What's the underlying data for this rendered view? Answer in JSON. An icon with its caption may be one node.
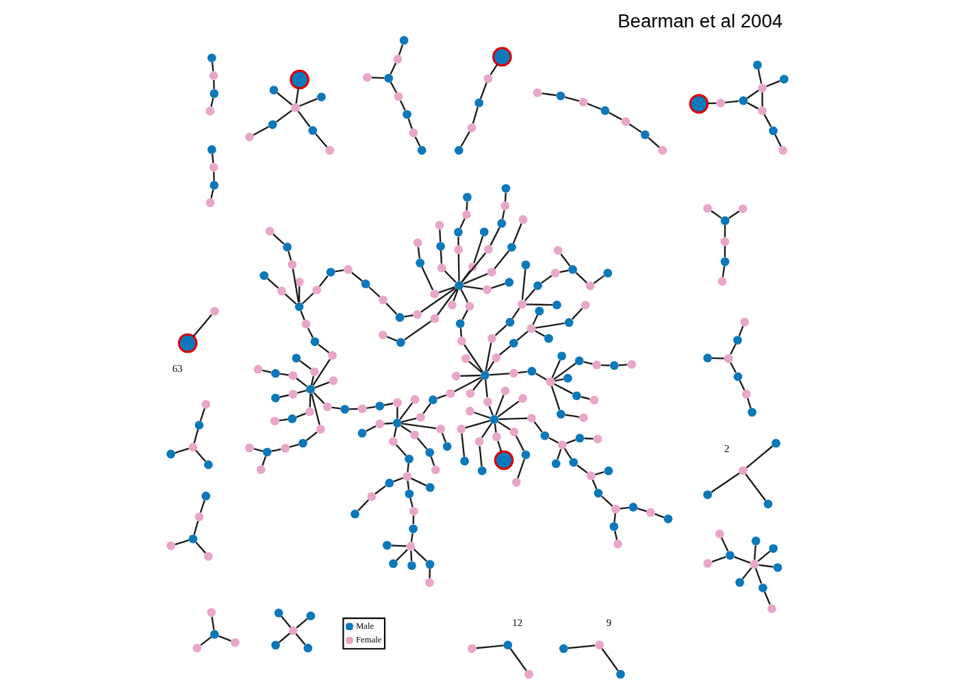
{
  "diagram": {
    "title": "Bearman et al 2004",
    "nodes": [
      {
        "text": [],
        "shape": "circle"
      },
      {
        "text": [],
        "shape": "circle"
      },
      {
        "text": [],
        "shape": "circle"
      },
      {
        "text": [],
        "shape": "circle"
      },
      {
        "text": [],
        "shape": "circle"
      },
      {
        "text": [],
        "shape": "circle"
      },
      {
        "text": [],
        "shape": "circle"
      },
      {
        "text": [],
        "shape": "circle"
      },
      {
        "text": [],
        "shape": "circle"
      },
      {
        "text": [],
        "shape": "circle"
      },
      {
        "text": [],
        "shape": "circle"
      },
      {
        "text": [],
        "shape": "circle"
      },
      {
        "text": [],
        "shape": "circle"
      },
      {
        "text": [],
        "shape": "circle"
      },
      {
        "text": [],
        "shape": "circle"
      },
      {
        "text": [],
        "shape": "circle"
      },
      {
        "text": [],
        "shape": "circle"
      },
      {
        "text": [],
        "shape": "circle"
      },
      {
        "text": [],
        "shape": "circle"
      },
      {
        "text": [],
        "shape": "circle"
      },
      {
        "text": [],
        "shape": "circle"
      },
      {
        "text": [],
        "shape": "circle"
      },
      {
        "text": [],
        "shape": "circle"
      },
      {
        "text": [],
        "shape": "circle"
      },
      {
        "text": [],
        "shape": "circle"
      },
      {
        "text": [],
        "shape": "circle"
      },
      {
        "text": [],
        "shape": "circle"
      },
      {
        "text": [],
        "shape": "circle"
      },
      {
        "text": [],
        "shape": "circle"
      },
      {
        "text": [],
        "shape": "circle"
      },
      {
        "text": [],
        "shape": "circle"
      },
      {
        "text": [],
        "shape": "circle"
      },
      {
        "text": [],
        "shape": "circle"
      },
      {
        "text": [],
        "shape": "circle"
      },
      {
        "text": [],
        "shape": "circle"
      },
      {
        "text": [],
        "shape": "circle"
      },
      {
        "text": [],
        "shape": "circle"
      },
      {
        "text": [],
        "shape": "circle"
      },
      {
        "text": [],
        "shape": "circle"
      },
      {
        "text": [],
        "shape": "circle"
      },
      {
        "text": [],
        "shape": "circle"
      },
      {
        "text": [],
        "shape": "circle"
      },
      {
        "text": [],
        "shape": "circle"
      },
      {
        "text": [],
        "shape": "circle"
      },
      {
        "text": [],
        "shape": "circle"
      },
      {
        "text": [],
        "shape": "circle"
      },
      {
        "text": [],
        "shape": "circle"
      },
      {
        "text": [],
        "shape": "circle"
      },
      {
        "text": [],
        "shape": "circle"
      },
      {
        "text": [],
        "shape": "circle"
      },
      {
        "text": [],
        "shape": "circle"
      },
      {
        "text": [],
        "shape": "circle"
      },
      {
        "text": [],
        "shape": "circle"
      },
      {
        "text": [],
        "shape": "circle"
      },
      {
        "text": [],
        "shape": "circle"
      },
      {
        "text": [],
        "shape": "circle"
      },
      {
        "text": [],
        "shape": "circle"
      },
      {
        "text": [],
        "shape": "circle"
      },
      {
        "text": [],
        "shape": "circle"
      },
      {
        "text": [],
        "shape": "circle"
      },
      {
        "text": [],
        "shape": "circle"
      },
      {
        "text": [],
        "shape": "circle"
      },
      {
        "text": [],
        "shape": "circle"
      },
      {
        "text": [],
        "shape": "circle"
      },
      {
        "text": [],
        "shape": "circle"
      },
      {
        "text": [],
        "shape": "circle"
      },
      {
        "text": [],
        "shape": "circle"
      },
      {
        "text": [],
        "shape": "circle"
      },
      {
        "text": [],
        "shape": "circle"
      },
      {
        "text": [],
        "shape": "circle"
      },
      {
        "text": [],
        "shape": "circle"
      },
      {
        "text": [],
        "shape": "circle"
      },
      {
        "text": [],
        "shape": "circle"
      },
      {
        "text": [],
        "shape": "circle"
      },
      {
        "text": [],
        "shape": "circle"
      },
      {
        "text": [],
        "shape": "circle"
      },
      {
        "text": [],
        "shape": "circle"
      },
      {
        "text": [],
        "shape": "circle"
      },
      {
        "text": [],
        "shape": "circle"
      },
      {
        "text": [],
        "shape": "circle"
      },
      {
        "text": [],
        "shape": "circle"
      },
      {
        "text": [],
        "shape": "circle"
      },
      {
        "text": [],
        "shape": "circle"
      },
      {
        "text": [],
        "shape": "circle"
      },
      {
        "text": [],
        "shape": "circle"
      },
      {
        "text": [],
        "shape": "circle"
      },
      {
        "text": [],
        "shape": "circle"
      },
      {
        "text": [],
        "shape": "circle"
      },
      {
        "text": [],
        "shape": "circle"
      },
      {
        "text": [],
        "shape": "circle"
      },
      {
        "text": [],
        "shape": "circle"
      },
      {
        "text": [],
        "shape": "circle"
      },
      {
        "text": [],
        "shape": "circle"
      },
      {
        "text": [],
        "shape": "circle"
      },
      {
        "text": [],
        "shape": "circle"
      },
      {
        "text": [],
        "shape": "circle"
      },
      {
        "text": [],
        "shape": "circle"
      },
      {
        "text": [],
        "shape": "circle"
      },
      {
        "text": [],
        "shape": "circle"
      },
      {
        "text": [],
        "shape": "circle"
      },
      {
        "text": [],
        "shape": "circle"
      },
      {
        "text": [],
        "shape": "circle"
      },
      {
        "text": [],
        "shape": "circle"
      },
      {
        "text": [],
        "shape": "circle"
      },
      {
        "text": [],
        "shape": "circle"
      },
      {
        "text": [],
        "shape": "circle"
      },
      {
        "text": [],
        "shape": "circle"
      },
      {
        "text": [],
        "shape": "circle"
      },
      {
        "text": [],
        "shape": "circle"
      },
      {
        "text": [],
        "shape": "circle"
      },
      {
        "text": [],
        "shape": "circle"
      },
      {
        "text": [],
        "shape": "circle"
      },
      {
        "text": [],
        "shape": "circle"
      },
      {
        "text": [],
        "shape": "circle"
      },
      {
        "text": [],
        "shape": "circle"
      },
      {
        "text": [],
        "shape": "circle"
      },
      {
        "text": [],
        "shape": "circle"
      },
      {
        "text": [],
        "shape": "circle"
      },
      {
        "text": [],
        "shape": "circle"
      },
      {
        "text": [],
        "shape": "circle"
      },
      {
        "text": [],
        "shape": "circle"
      },
      {
        "text": [],
        "shape": "circle"
      },
      {
        "text": [],
        "shape": "circle"
      },
      {
        "text": [],
        "shape": "circle"
      },
      {
        "text": [],
        "shape": "circle"
      },
      {
        "text": [],
        "shape": "circle"
      },
      {
        "text": [],
        "shape": "circle"
      },
      {
        "text": [],
        "shape": "circle"
      },
      {
        "text": [],
        "shape": "circle"
      },
      {
        "text": [],
        "shape": "circle"
      },
      {
        "text": [],
        "shape": "circle"
      },
      {
        "text": [],
        "shape": "circle"
      },
      {
        "text": [],
        "shape": "circle"
      },
      {
        "text": [],
        "shape": "circle"
      },
      {
        "text": [],
        "shape": "circle"
      },
      {
        "text": [],
        "shape": "circle"
      },
      {
        "text": [],
        "shape": "circle"
      },
      {
        "text": [],
        "shape": "circle"
      },
      {
        "text": [],
        "shape": "circle"
      },
      {
        "text": [],
        "shape": "circle"
      },
      {
        "text": [],
        "shape": "circle"
      },
      {
        "text": [],
        "shape": "circle"
      },
      {
        "text": [],
        "shape": "circle"
      },
      {
        "text": [],
        "shape": "circle"
      },
      {
        "text": [],
        "shape": "circle"
      },
      {
        "text": [],
        "shape": "circle"
      },
      {
        "text": [],
        "shape": "circle"
      },
      {
        "text": [],
        "shape": "circle"
      },
      {
        "text": [],
        "shape": "circle"
      },
      {
        "text": [],
        "shape": "circle"
      },
      {
        "text": [],
        "shape": "circle"
      },
      {
        "text": [],
        "shape": "circle"
      },
      {
        "text": [],
        "shape": "circle"
      },
      {
        "text": [],
        "shape": "circle"
      },
      {
        "text": [],
        "shape": "circle"
      },
      {
        "text": [],
        "shape": "circle"
      },
      {
        "text": [],
        "shape": "circle"
      },
      {
        "text": [],
        "shape": "circle"
      },
      {
        "text": [],
        "shape": "circle"
      },
      {
        "text": [],
        "shape": "circle"
      },
      {
        "text": [],
        "shape": "circle"
      },
      {
        "text": [],
        "shape": "circle"
      },
      {
        "text": [],
        "shape": "circle"
      },
      {
        "text": [],
        "shape": "circle"
      },
      {
        "text": [],
        "shape": "circle"
      },
      {
        "text": [],
        "shape": "circle"
      },
      {
        "text": [],
        "shape": "circle"
      },
      {
        "text": [],
        "shape": "circle"
      },
      {
        "text": [],
        "shape": "circle"
      },
      {
        "text": [],
        "shape": "circle"
      },
      {
        "text": [],
        "shape": "circle"
      },
      {
        "text": [],
        "shape": "circle"
      },
      {
        "text": [],
        "shape": "circle"
      },
      {
        "text": [],
        "shape": "circle"
      },
      {
        "text": [],
        "shape": "circle"
      },
      {
        "text": [],
        "shape": "circle"
      },
      {
        "text": [],
        "shape": "circle"
      },
      {
        "text": [],
        "shape": "circle"
      },
      {
        "text": [],
        "shape": "circle"
      },
      {
        "text": [],
        "shape": "circle"
      },
      {
        "text": [],
        "shape": "circle"
      },
      {
        "text": [],
        "shape": "circle"
      },
      {
        "text": [],
        "shape": "circle"
      },
      {
        "text": [],
        "shape": "circle"
      },
      {
        "text": [],
        "shape": "circle"
      },
      {
        "text": [],
        "shape": "circle"
      },
      {
        "text": [],
        "shape": "circle"
      },
      {
        "text": [],
        "shape": "circle"
      },
      {
        "text": [],
        "shape": "circle"
      },
      {
        "text": [],
        "shape": "circle"
      },
      {
        "text": [],
        "shape": "circle"
      },
      {
        "text": [],
        "shape": "circle"
      },
      {
        "text": [],
        "shape": "circle"
      },
      {
        "text": [],
        "shape": "circle"
      },
      {
        "text": [],
        "shape": "circle"
      },
      {
        "text": [],
        "shape": "circle"
      },
      {
        "text": [],
        "shape": "circle"
      },
      {
        "text": [],
        "shape": "circle"
      },
      {
        "text": [],
        "shape": "circle"
      },
      {
        "text": [],
        "shape": "circle"
      },
      {
        "text": [],
        "shape": "circle"
      },
      {
        "text": [],
        "shape": "circle"
      },
      {
        "text": [],
        "shape": "circle"
      },
      {
        "text": [],
        "shape": "circle"
      },
      {
        "text": [],
        "shape": "circle"
      },
      {
        "text": [],
        "shape": "circle"
      },
      {
        "text": [],
        "shape": "circle"
      },
      {
        "text": [],
        "shape": "circle"
      },
      {
        "text": [],
        "shape": "circle"
      },
      {
        "text": [],
        "shape": "circle"
      },
      {
        "text": [],
        "shape": "circle"
      },
      {
        "text": [],
        "shape": "circle"
      },
      {
        "text": [],
        "shape": "circle"
      },
      {
        "text": [],
        "shape": "circle"
      },
      {
        "text": [],
        "shape": "circle"
      },
      {
        "text": [],
        "shape": "circle"
      },
      {
        "text": [],
        "shape": "circle"
      },
      {
        "text": [],
        "shape": "circle"
      },
      {
        "text": [],
        "shape": "circle"
      },
      {
        "text": [],
        "shape": "circle"
      },
      {
        "text": [],
        "shape": "circle"
      },
      {
        "text": [],
        "shape": "circle"
      },
      {
        "text": [],
        "shape": "circle"
      },
      {
        "text": [],
        "shape": "circle"
      },
      {
        "text": [],
        "shape": "circle"
      },
      {
        "text": [],
        "shape": "circle"
      },
      {
        "text": [],
        "shape": "circle"
      },
      {
        "text": [],
        "shape": "circle"
      },
      {
        "text": [],
        "shape": "circle"
      },
      {
        "text": [],
        "shape": "circle"
      },
      {
        "text": [],
        "shape": "circle"
      },
      {
        "text": [],
        "shape": "circle"
      },
      {
        "text": [],
        "shape": "circle"
      },
      {
        "text": [],
        "shape": "circle"
      },
      {
        "text": [],
        "shape": "circle"
      },
      {
        "text": [],
        "shape": "circle"
      },
      {
        "text": [],
        "shape": "circle"
      },
      {
        "text": [],
        "shape": "circle"
      },
      {
        "text": [],
        "shape": "circle"
      },
      {
        "text": [],
        "shape": "circle"
      },
      {
        "text": [],
        "shape": "circle"
      },
      {
        "text": [],
        "shape": "circle"
      },
      {
        "text": [],
        "shape": "circle"
      },
      {
        "text": [],
        "shape": "circle"
      },
      {
        "text": [],
        "shape": "circle"
      },
      {
        "text": [],
        "shape": "circle"
      },
      {
        "text": [],
        "shape": "circle"
      },
      {
        "text": [],
        "shape": "circle"
      },
      {
        "text": [],
        "shape": "circle"
      },
      {
        "text": [],
        "shape": "circle"
      },
      {
        "text": [],
        "shape": "circle"
      },
      {
        "text": [],
        "shape": "circle"
      },
      {
        "text": [],
        "shape": "circle"
      },
      {
        "text": [],
        "shape": "circle"
      },
      {
        "text": [],
        "shape": "circle"
      },
      {
        "text": [],
        "shape": "circle"
      },
      {
        "text": [],
        "shape": "circle"
      },
      {
        "text": [],
        "shape": "circle"
      },
      {
        "text": [],
        "shape": "circle"
      },
      {
        "text": [],
        "shape": "circle"
      },
      {
        "text": [],
        "shape": "circle"
      }
    ],
    "edges": [
      {
        "from": 0,
        "to": 1,
        "arrow": "none"
      },
      {
        "from": 0,
        "to": 2,
        "arrow": "none"
      },
      {
        "from": 0,
        "to": 3,
        "arrow": "none"
      },
      {
        "from": 0,
        "to": 4,
        "arrow": "none"
      },
      {
        "from": 4,
        "to": 5,
        "arrow": "none"
      },
      {
        "from": 5,
        "to": 6,
        "arrow": "none"
      },
      {
        "from": 5,
        "to": 7,
        "arrow": "none"
      },
      {
        "from": 5,
        "to": 8,
        "arrow": "none"
      },
      {
        "from": 5,
        "to": 9,
        "arrow": "none"
      },
      {
        "from": 9,
        "to": 10,
        "arrow": "none"
      },
      {
        "from": 5,
        "to": 11,
        "arrow": "none"
      },
      {
        "from": 11,
        "to": 12,
        "arrow": "none"
      },
      {
        "from": 5,
        "to": 13,
        "arrow": "none"
      },
      {
        "from": 13,
        "to": 14,
        "arrow": "none"
      },
      {
        "from": 14,
        "to": 15,
        "arrow": "none"
      },
      {
        "from": 5,
        "to": 16,
        "arrow": "none"
      },
      {
        "from": 16,
        "to": 17,
        "arrow": "none"
      },
      {
        "from": 5,
        "to": 18,
        "arrow": "none"
      },
      {
        "from": 18,
        "to": 19,
        "arrow": "none"
      },
      {
        "from": 19,
        "to": 20,
        "arrow": "none"
      },
      {
        "from": 20,
        "to": 21,
        "arrow": "none"
      },
      {
        "from": 20,
        "to": 22,
        "arrow": "none"
      },
      {
        "from": 22,
        "to": 23,
        "arrow": "none"
      },
      {
        "from": 20,
        "to": 24,
        "arrow": "none"
      },
      {
        "from": 24,
        "to": 25,
        "arrow": "none"
      },
      {
        "from": 25,
        "to": 26,
        "arrow": "none"
      },
      {
        "from": 26,
        "to": 27,
        "arrow": "none"
      },
      {
        "from": 27,
        "to": 28,
        "arrow": "none"
      },
      {
        "from": 28,
        "to": 29,
        "arrow": "none"
      },
      {
        "from": 29,
        "to": 30,
        "arrow": "none"
      },
      {
        "from": 25,
        "to": 31,
        "arrow": "none"
      },
      {
        "from": 27,
        "to": 32,
        "arrow": "none"
      },
      {
        "from": 32,
        "to": 33,
        "arrow": "none"
      },
      {
        "from": 0,
        "to": 34,
        "arrow": "none"
      },
      {
        "from": 34,
        "to": 35,
        "arrow": "none"
      },
      {
        "from": 35,
        "to": 36,
        "arrow": "none"
      },
      {
        "from": 36,
        "to": 37,
        "arrow": "none"
      },
      {
        "from": 36,
        "to": 38,
        "arrow": "none"
      },
      {
        "from": 36,
        "to": 39,
        "arrow": "none"
      },
      {
        "from": 39,
        "to": 40,
        "arrow": "none"
      },
      {
        "from": 40,
        "to": 41,
        "arrow": "none"
      },
      {
        "from": 41,
        "to": 42,
        "arrow": "none"
      },
      {
        "from": 41,
        "to": 43,
        "arrow": "none"
      },
      {
        "from": 43,
        "to": 44,
        "arrow": "none"
      },
      {
        "from": 0,
        "to": 45,
        "arrow": "none"
      },
      {
        "from": 45,
        "to": 46,
        "arrow": "none"
      },
      {
        "from": 46,
        "to": 47,
        "arrow": "none"
      },
      {
        "from": 47,
        "to": 48,
        "arrow": "none"
      },
      {
        "from": 47,
        "to": 49,
        "arrow": "none"
      },
      {
        "from": 49,
        "to": 50,
        "arrow": "none"
      },
      {
        "from": 47,
        "to": 51,
        "arrow": "none"
      },
      {
        "from": 51,
        "to": 52,
        "arrow": "none"
      },
      {
        "from": 52,
        "to": 53,
        "arrow": "none"
      },
      {
        "from": 53,
        "to": 54,
        "arrow": "none"
      },
      {
        "from": 47,
        "to": 55,
        "arrow": "none"
      },
      {
        "from": 55,
        "to": 56,
        "arrow": "none"
      },
      {
        "from": 47,
        "to": 57,
        "arrow": "none"
      },
      {
        "from": 0,
        "to": 58,
        "arrow": "none"
      },
      {
        "from": 58,
        "to": 59,
        "arrow": "none"
      },
      {
        "from": 59,
        "to": 60,
        "arrow": "none"
      },
      {
        "from": 60,
        "to": 61,
        "arrow": "none"
      },
      {
        "from": 60,
        "to": 62,
        "arrow": "none"
      },
      {
        "from": 60,
        "to": 63,
        "arrow": "none"
      },
      {
        "from": 63,
        "to": 64,
        "arrow": "none"
      },
      {
        "from": 0,
        "to": 65,
        "arrow": "none"
      },
      {
        "from": 65,
        "to": 66,
        "arrow": "none"
      },
      {
        "from": 66,
        "to": 67,
        "arrow": "none"
      },
      {
        "from": 67,
        "to": 68,
        "arrow": "none"
      },
      {
        "from": 68,
        "to": 69,
        "arrow": "none"
      },
      {
        "from": 68,
        "to": 70,
        "arrow": "none"
      },
      {
        "from": 70,
        "to": 71,
        "arrow": "none"
      },
      {
        "from": 68,
        "to": 72,
        "arrow": "none"
      },
      {
        "from": 72,
        "to": 73,
        "arrow": "none"
      },
      {
        "from": 73,
        "to": 74,
        "arrow": "none"
      },
      {
        "from": 68,
        "to": 75,
        "arrow": "none"
      },
      {
        "from": 75,
        "to": 76,
        "arrow": "none"
      },
      {
        "from": 68,
        "to": 77,
        "arrow": "none"
      },
      {
        "from": 77,
        "to": 78,
        "arrow": "none"
      },
      {
        "from": 78,
        "to": 79,
        "arrow": "none"
      },
      {
        "from": 68,
        "to": 80,
        "arrow": "none"
      },
      {
        "from": 80,
        "to": 81,
        "arrow": "none"
      },
      {
        "from": 81,
        "to": 82,
        "arrow": "none"
      },
      {
        "from": 68,
        "to": 83,
        "arrow": "none"
      },
      {
        "from": 83,
        "to": 84,
        "arrow": "none"
      },
      {
        "from": 84,
        "to": 85,
        "arrow": "none"
      },
      {
        "from": 85,
        "to": 86,
        "arrow": "none"
      },
      {
        "from": 68,
        "to": 87,
        "arrow": "none"
      },
      {
        "from": 87,
        "to": 88,
        "arrow": "none"
      },
      {
        "from": 88,
        "to": 89,
        "arrow": "none"
      },
      {
        "from": 89,
        "to": 90,
        "arrow": "none"
      },
      {
        "from": 68,
        "to": 91,
        "arrow": "none"
      },
      {
        "from": 91,
        "to": 92,
        "arrow": "none"
      },
      {
        "from": 92,
        "to": 93,
        "arrow": "none"
      },
      {
        "from": 68,
        "to": 94,
        "arrow": "none"
      },
      {
        "from": 94,
        "to": 95,
        "arrow": "none"
      },
      {
        "from": 95,
        "to": 96,
        "arrow": "none"
      },
      {
        "from": 96,
        "to": 97,
        "arrow": "none"
      },
      {
        "from": 97,
        "to": 98,
        "arrow": "none"
      },
      {
        "from": 98,
        "to": 99,
        "arrow": "none"
      },
      {
        "from": 99,
        "to": 100,
        "arrow": "none"
      },
      {
        "from": 100,
        "to": 101,
        "arrow": "none"
      },
      {
        "from": 101,
        "to": 102,
        "arrow": "none"
      },
      {
        "from": 101,
        "to": 103,
        "arrow": "none"
      },
      {
        "from": 103,
        "to": 104,
        "arrow": "none"
      },
      {
        "from": 101,
        "to": 105,
        "arrow": "none"
      },
      {
        "from": 105,
        "to": 106,
        "arrow": "none"
      },
      {
        "from": 106,
        "to": 107,
        "arrow": "none"
      },
      {
        "from": 101,
        "to": 108,
        "arrow": "none"
      },
      {
        "from": 108,
        "to": 109,
        "arrow": "none"
      },
      {
        "from": 109,
        "to": 110,
        "arrow": "none"
      },
      {
        "from": 110,
        "to": 111,
        "arrow": "none"
      },
      {
        "from": 111,
        "to": 112,
        "arrow": "none"
      },
      {
        "from": 111,
        "to": 113,
        "arrow": "none"
      },
      {
        "from": 113,
        "to": 114,
        "arrow": "none"
      },
      {
        "from": 111,
        "to": 115,
        "arrow": "none"
      },
      {
        "from": 115,
        "to": 116,
        "arrow": "none"
      },
      {
        "from": 116,
        "to": 117,
        "arrow": "none"
      },
      {
        "from": 111,
        "to": 118,
        "arrow": "none"
      },
      {
        "from": 118,
        "to": 119,
        "arrow": "none"
      },
      {
        "from": 119,
        "to": 120,
        "arrow": "none"
      },
      {
        "from": 120,
        "to": 121,
        "arrow": "none"
      },
      {
        "from": 121,
        "to": 122,
        "arrow": "none"
      },
      {
        "from": 121,
        "to": 123,
        "arrow": "none"
      },
      {
        "from": 111,
        "to": 124,
        "arrow": "none"
      },
      {
        "from": 124,
        "to": 125,
        "arrow": "none"
      },
      {
        "from": 125,
        "to": 126,
        "arrow": "none"
      },
      {
        "from": 111,
        "to": 127,
        "arrow": "none"
      },
      {
        "from": 127,
        "to": 128,
        "arrow": "none"
      },
      {
        "from": 111,
        "to": 129,
        "arrow": "none"
      },
      {
        "from": 129,
        "to": 130,
        "arrow": "none"
      },
      {
        "from": 130,
        "to": 131,
        "arrow": "none"
      },
      {
        "from": 131,
        "to": 132,
        "arrow": "none"
      },
      {
        "from": 132,
        "to": 133,
        "arrow": "none"
      },
      {
        "from": 133,
        "to": 134,
        "arrow": "none"
      },
      {
        "from": 134,
        "to": 135,
        "arrow": "none"
      },
      {
        "from": 134,
        "to": 136,
        "arrow": "none"
      },
      {
        "from": 136,
        "to": 137,
        "arrow": "none"
      },
      {
        "from": 134,
        "to": 138,
        "arrow": "none"
      },
      {
        "from": 138,
        "to": 139,
        "arrow": "none"
      },
      {
        "from": 139,
        "to": 140,
        "arrow": "none"
      },
      {
        "from": 134,
        "to": 141,
        "arrow": "none"
      },
      {
        "from": 141,
        "to": 142,
        "arrow": "none"
      },
      {
        "from": 134,
        "to": 143,
        "arrow": "none"
      },
      {
        "from": 143,
        "to": 144,
        "arrow": "none"
      },
      {
        "from": 144,
        "to": 145,
        "arrow": "none"
      },
      {
        "from": 145,
        "to": 146,
        "arrow": "none"
      },
      {
        "from": 145,
        "to": 147,
        "arrow": "none"
      },
      {
        "from": 147,
        "to": 148,
        "arrow": "none"
      },
      {
        "from": 148,
        "to": 149,
        "arrow": "none"
      },
      {
        "from": 145,
        "to": 150,
        "arrow": "none"
      },
      {
        "from": 150,
        "to": 151,
        "arrow": "none"
      },
      {
        "from": 151,
        "to": 152,
        "arrow": "none"
      },
      {
        "from": 152,
        "to": 153,
        "arrow": "none"
      },
      {
        "from": 153,
        "to": 154,
        "arrow": "none"
      },
      {
        "from": 153,
        "to": 155,
        "arrow": "none"
      },
      {
        "from": 153,
        "to": 156,
        "arrow": "none"
      },
      {
        "from": 156,
        "to": 157,
        "arrow": "none"
      },
      {
        "from": 153,
        "to": 158,
        "arrow": "none"
      },
      {
        "from": 134,
        "to": 159,
        "arrow": "none"
      },
      {
        "from": 159,
        "to": 160,
        "arrow": "none"
      },
      {
        "from": 160,
        "to": 161,
        "arrow": "none"
      },
      {
        "from": 161,
        "to": 0,
        "arrow": "none"
      },
      {
        "from": 162,
        "to": 163,
        "arrow": "none"
      },
      {
        "from": 163,
        "to": 164,
        "arrow": "none"
      },
      {
        "from": 164,
        "to": 165,
        "arrow": "none"
      },
      {
        "from": 165,
        "to": 166,
        "arrow": "none"
      },
      {
        "from": 165,
        "to": 167,
        "arrow": "none"
      },
      {
        "from": 164,
        "to": 168,
        "arrow": "none"
      },
      {
        "from": 165,
        "to": 168,
        "arrow": "none"
      },
      {
        "from": 168,
        "to": 169,
        "arrow": "none"
      },
      {
        "from": 169,
        "to": 170,
        "arrow": "none"
      },
      {
        "from": 171,
        "to": 173,
        "arrow": "none"
      },
      {
        "from": 172,
        "to": 173,
        "arrow": "none"
      },
      {
        "from": 173,
        "to": 174,
        "arrow": "none"
      },
      {
        "from": 174,
        "to": 175,
        "arrow": "none"
      },
      {
        "from": 174,
        "to": 176,
        "arrow": "none"
      },
      {
        "from": 174,
        "to": 177,
        "arrow": "none"
      },
      {
        "from": 174,
        "to": 178,
        "arrow": "none"
      },
      {
        "from": 174,
        "to": 179,
        "arrow": "none"
      },
      {
        "from": 179,
        "to": 180,
        "arrow": "none"
      },
      {
        "from": 181,
        "to": 182,
        "arrow": "none"
      },
      {
        "from": 182,
        "to": 183,
        "arrow": "none"
      },
      {
        "from": 183,
        "to": 184,
        "arrow": "none"
      },
      {
        "from": 185,
        "to": 186,
        "arrow": "none"
      },
      {
        "from": 186,
        "to": 187,
        "arrow": "none"
      },
      {
        "from": 187,
        "to": 188,
        "arrow": "none"
      },
      {
        "from": 189,
        "to": 191,
        "arrow": "none"
      },
      {
        "from": 190,
        "to": 191,
        "arrow": "none"
      },
      {
        "from": 191,
        "to": 192,
        "arrow": "none"
      },
      {
        "from": 193,
        "to": 194,
        "arrow": "none"
      },
      {
        "from": 194,
        "to": 195,
        "arrow": "none"
      },
      {
        "from": 194,
        "to": 196,
        "arrow": "none"
      },
      {
        "from": 197,
        "to": 198,
        "arrow": "none"
      },
      {
        "from": 198,
        "to": 199,
        "arrow": "none"
      },
      {
        "from": 200,
        "to": 201,
        "arrow": "none"
      },
      {
        "from": 201,
        "to": 202,
        "arrow": "none"
      },
      {
        "from": 203,
        "to": 204,
        "arrow": "none"
      },
      {
        "from": 205,
        "to": 206,
        "arrow": "none"
      },
      {
        "from": 206,
        "to": 207,
        "arrow": "none"
      },
      {
        "from": 207,
        "to": 208,
        "arrow": "none"
      },
      {
        "from": 208,
        "to": 209,
        "arrow": "none"
      },
      {
        "from": 210,
        "to": 212,
        "arrow": "none"
      },
      {
        "from": 211,
        "to": 212,
        "arrow": "none"
      },
      {
        "from": 213,
        "to": 212,
        "arrow": "none"
      },
      {
        "from": 212,
        "to": 214,
        "arrow": "none"
      },
      {
        "from": 215,
        "to": 217,
        "arrow": "none"
      },
      {
        "from": 216,
        "to": 217,
        "arrow": "none"
      },
      {
        "from": 217,
        "to": 218,
        "arrow": "none"
      },
      {
        "from": 218,
        "to": 219,
        "arrow": "none"
      },
      {
        "from": 220,
        "to": 222,
        "arrow": "none"
      },
      {
        "from": 221,
        "to": 222,
        "arrow": "none"
      },
      {
        "from": 222,
        "to": 223,
        "arrow": "none"
      },
      {
        "from": 223,
        "to": 224,
        "arrow": "none"
      },
      {
        "from": 225,
        "to": 226,
        "arrow": "none"
      },
      {
        "from": 226,
        "to": 227,
        "arrow": "none"
      },
      {
        "from": 227,
        "to": 228,
        "arrow": "none"
      },
      {
        "from": 228,
        "to": 229,
        "arrow": "none"
      },
      {
        "from": 229,
        "to": 230,
        "arrow": "none"
      },
      {
        "from": 230,
        "to": 231,
        "arrow": "none"
      },
      {
        "from": 232,
        "to": 233,
        "arrow": "none"
      },
      {
        "from": 233,
        "to": 234,
        "arrow": "none"
      },
      {
        "from": 234,
        "to": 235,
        "arrow": "none"
      },
      {
        "from": 235,
        "to": 236,
        "arrow": "none"
      },
      {
        "from": 236,
        "to": 237,
        "arrow": "none"
      },
      {
        "from": 235,
        "to": 238,
        "arrow": "none"
      },
      {
        "from": 239,
        "to": 240,
        "arrow": "none"
      },
      {
        "from": 240,
        "to": 242,
        "arrow": "none"
      },
      {
        "from": 241,
        "to": 242,
        "arrow": "none"
      },
      {
        "from": 242,
        "to": 243,
        "arrow": "none"
      },
      {
        "from": 243,
        "to": 244,
        "arrow": "none"
      },
      {
        "from": 244,
        "to": 245,
        "arrow": "none"
      },
      {
        "from": 245,
        "to": 246,
        "arrow": "none"
      },
      {
        "from": 247,
        "to": 248,
        "arrow": "none"
      },
      {
        "from": 248,
        "to": 249,
        "arrow": "none"
      },
      {
        "from": 249,
        "to": 250,
        "arrow": "none"
      },
      {
        "from": 249,
        "to": 251,
        "arrow": "none"
      },
      {
        "from": 249,
        "to": 252,
        "arrow": "none"
      },
      {
        "from": 249,
        "to": 253,
        "arrow": "none"
      },
      {
        "from": 253,
        "to": 254,
        "arrow": "none"
      },
      {
        "from": 255,
        "to": 256,
        "arrow": "none"
      },
      {
        "from": 256,
        "to": 257,
        "arrow": "none"
      },
      {
        "from": 257,
        "to": 258,
        "arrow": "none"
      },
      {
        "from": 258,
        "to": 259,
        "arrow": "none"
      },
      {
        "from": 258,
        "to": 260,
        "arrow": "none"
      }
    ],
    "labels": [
      "2",
      "12",
      "9",
      "63"
    ],
    "legend": [
      {
        "text": "Male",
        "color": "#0b78bc"
      },
      {
        "text": "Female",
        "color": "#eaa6c8"
      }
    ]
  }
}
